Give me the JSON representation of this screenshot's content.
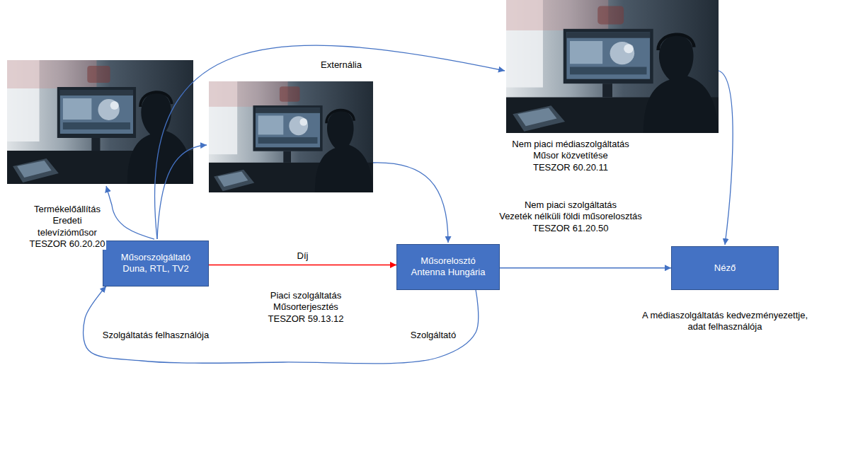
{
  "diagram": {
    "nodes": [
      {
        "text": [
          "Műsorszolgáltató Duna, RTL, TV2"
        ]
      },
      {
        "text": [
          "Műsorelosztó Antenna Hungária"
        ]
      },
      {
        "text": [
          "Néző"
        ]
      }
    ],
    "edges": [
      {
        "from": 0,
        "to": 1,
        "label": "Díj",
        "arrow": "to"
      },
      {
        "from": 1,
        "to": 2,
        "arrow": "to"
      },
      {
        "from": 1,
        "to": 0,
        "arrow": "to"
      }
    ],
    "labels": [
      "Termékelőállítás Eredeti televízióműsor TESZOR 60.20.20",
      "Externália",
      "Nem piaci médiaszolgáltatás Műsor közvetítése TESZOR 60.20.11",
      "Nem piaci szolgáltatás Vezeték nélküli földi műsorelosztás TESZOR 61.20.50",
      "Piaci szolgáltatás Műsorterjesztés TESZOR 59.13.12",
      "Szolgáltatás felhasználója",
      "Szolgáltató",
      "A médiaszolgáltatás kedvezményezettje, adat felhasználója"
    ]
  }
}
